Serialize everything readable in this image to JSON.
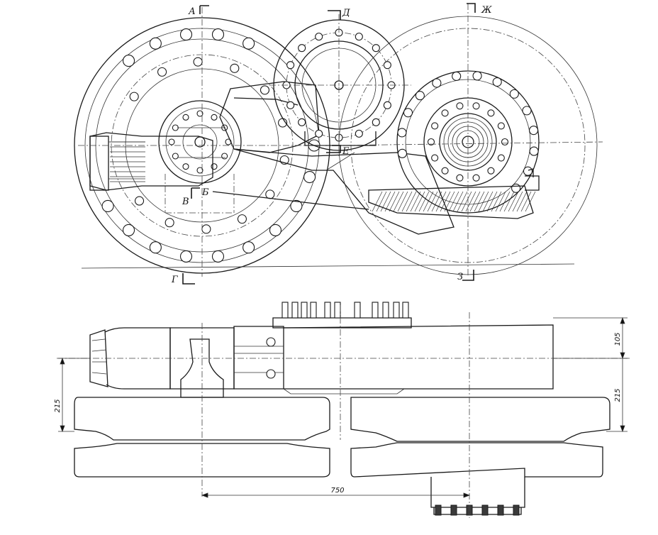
{
  "section_marks": {
    "a": "А",
    "b": "Б",
    "v": "В",
    "g": "Г",
    "d": "Д",
    "e": "Е",
    "zh": "Ж",
    "z": "З"
  },
  "dimensions": {
    "top_height": "105",
    "right_height": "215",
    "left_height": "215",
    "bottom_width": "750"
  }
}
